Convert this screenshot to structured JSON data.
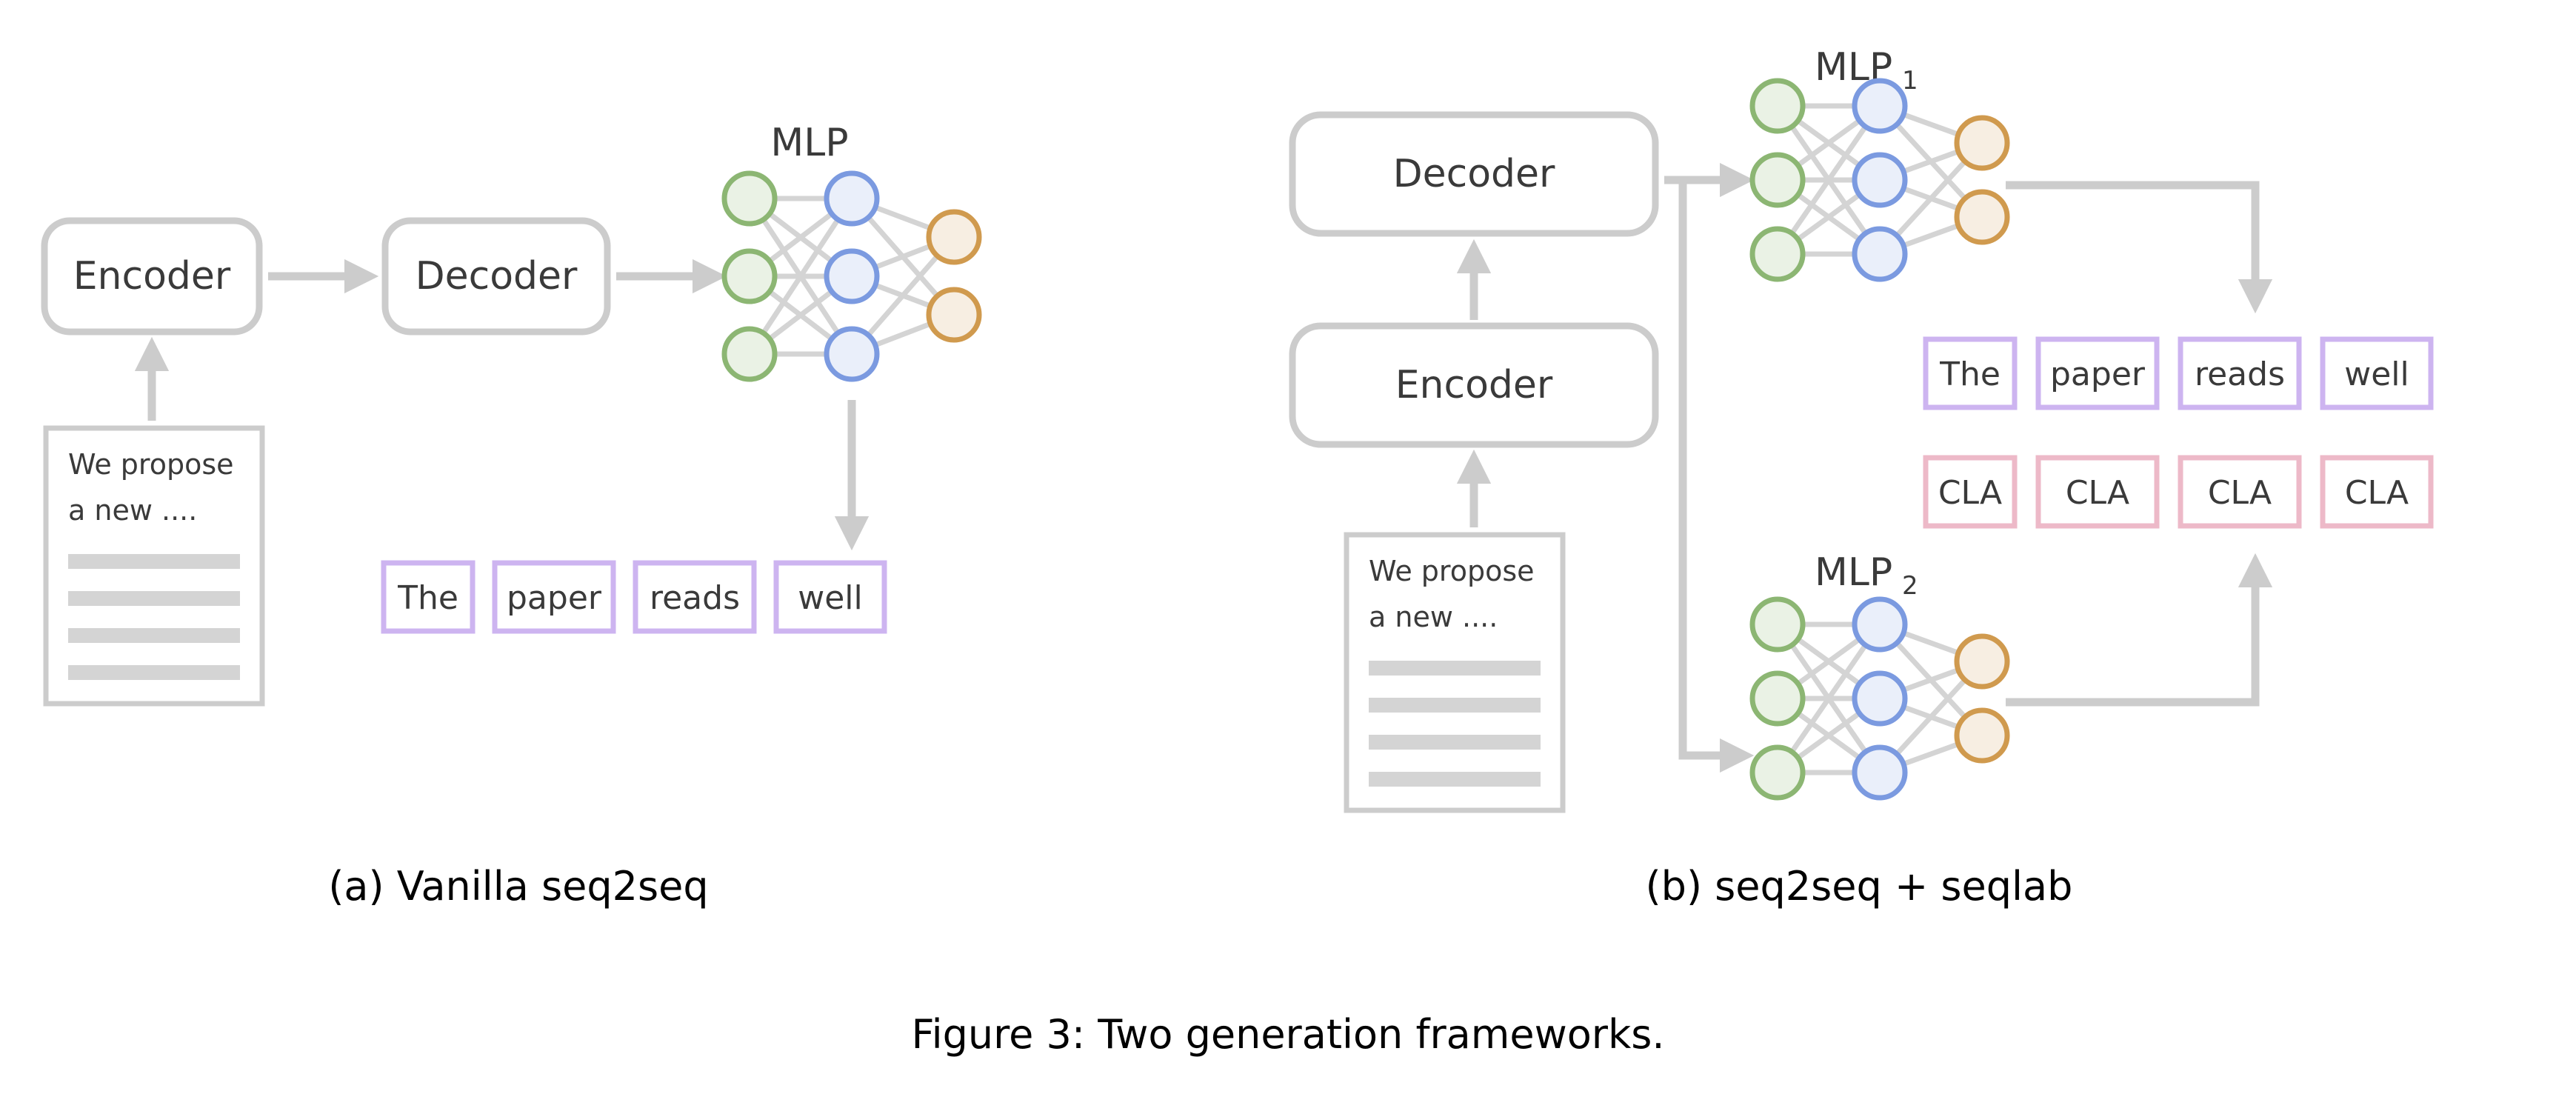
{
  "figure": {
    "caption": "Figure 3: Two generation frameworks.",
    "panels": [
      {
        "caption": "(a) Vanilla seq2seq"
      },
      {
        "caption": "(b) seq2seq + seqlab"
      }
    ]
  },
  "panel_a": {
    "encoder_label": "Encoder",
    "decoder_label": "Decoder",
    "mlp_label": "MLP",
    "document": {
      "line1": "We propose",
      "line2": "a new ....",
      "placeholder_bars": 4
    },
    "tokens": [
      "The",
      "paper",
      "reads",
      "well"
    ],
    "mlp": {
      "input_nodes": 3,
      "hidden_nodes": 3,
      "output_nodes": 2
    }
  },
  "panel_b": {
    "encoder_label": "Encoder",
    "decoder_label": "Decoder",
    "mlp1_label": "MLP",
    "mlp1_sub": "1",
    "mlp2_label": "MLP",
    "mlp2_sub": "2",
    "document": {
      "line1": "We propose",
      "line2": "a new ....",
      "placeholder_bars": 4
    },
    "tokens": [
      "The",
      "paper",
      "reads",
      "well"
    ],
    "labels": [
      "CLA",
      "CLA",
      "CLA",
      "CLA"
    ],
    "mlp": {
      "input_nodes": 3,
      "hidden_nodes": 3,
      "output_nodes": 2
    }
  },
  "colors": {
    "node_green_fill": "#eaf2e5",
    "node_green_stroke": "#8cb673",
    "node_blue_fill": "#eaeffa",
    "node_blue_stroke": "#7b9ae0",
    "node_orange_fill": "#f7eee2",
    "node_orange_stroke": "#d09a4e",
    "token_word_border": "#cdb4f0",
    "token_label_border": "#edb9c8",
    "box_border": "#cccccc",
    "arrow": "#cccccc",
    "edge": "#d4d4d4",
    "text": "#3a3a3a"
  }
}
